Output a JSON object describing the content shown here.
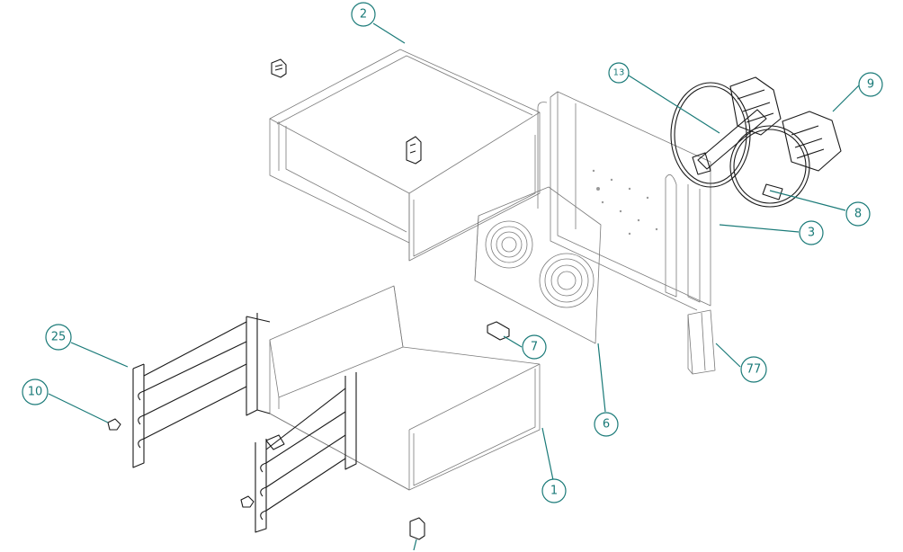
{
  "diagram": {
    "callouts": [
      {
        "id": "c2",
        "label": "2"
      },
      {
        "id": "c13",
        "label": "13"
      },
      {
        "id": "c9",
        "label": "9"
      },
      {
        "id": "c8",
        "label": "8"
      },
      {
        "id": "c3",
        "label": "3"
      },
      {
        "id": "c25",
        "label": "25"
      },
      {
        "id": "c7",
        "label": "7"
      },
      {
        "id": "c77",
        "label": "77"
      },
      {
        "id": "c10",
        "label": "10"
      },
      {
        "id": "c6",
        "label": "6"
      },
      {
        "id": "c1",
        "label": "1"
      }
    ],
    "colors": {
      "callout": "#1a7a78",
      "part_line": "#7a7a7a",
      "dark_part": "#1a1a1a"
    }
  }
}
